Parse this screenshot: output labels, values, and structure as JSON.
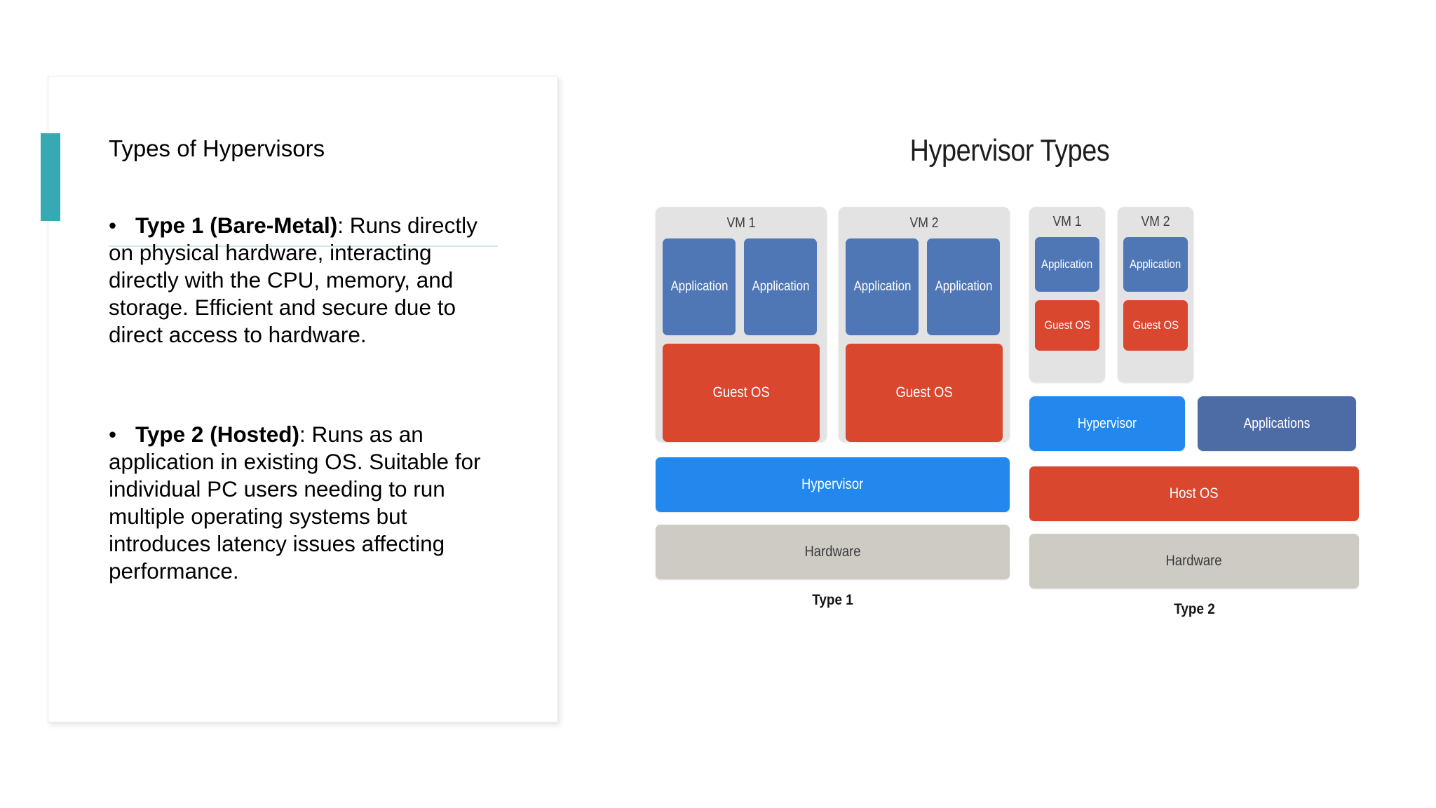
{
  "slide": {
    "title": "Types of Hypervisors",
    "bullets": [
      {
        "marker": "•",
        "strong": "Type 1 (Bare-Metal)",
        "rest": ": Runs directly on physical hardware, interacting directly with the CPU, memory, and storage. Efficient and secure due to direct access to hardware."
      },
      {
        "marker": "•",
        "strong": "Type 2 (Hosted)",
        "rest": ": Runs as an application in existing OS. Suitable for individual PC users needing to run multiple operating systems but introduces latency issues affecting performance."
      }
    ],
    "accent_color": "#35aab3"
  },
  "diagram": {
    "title": "Hypervisor Types",
    "colors": {
      "application": "#5077b5",
      "applications_block": "#4d6ba5",
      "guest_os": "#d9472f",
      "host_os": "#d9472f",
      "hypervisor": "#2288ee",
      "hardware": "#cdcbc4",
      "vm_container": "#e3e3e3"
    },
    "type1": {
      "caption": "Type 1",
      "vms": [
        {
          "label": "VM 1",
          "apps": [
            "Application",
            "Application"
          ],
          "guest_os": "Guest OS"
        },
        {
          "label": "VM 2",
          "apps": [
            "Application",
            "Application"
          ],
          "guest_os": "Guest OS"
        }
      ],
      "hypervisor": "Hypervisor",
      "hardware": "Hardware"
    },
    "type2": {
      "caption": "Type 2",
      "vms": [
        {
          "label": "VM 1",
          "apps": [
            "Application"
          ],
          "guest_os": "Guest OS"
        },
        {
          "label": "VM 2",
          "apps": [
            "Application"
          ],
          "guest_os": "Guest OS"
        }
      ],
      "hypervisor": "Hypervisor",
      "applications": "Applications",
      "host_os": "Host OS",
      "hardware": "Hardware"
    }
  }
}
